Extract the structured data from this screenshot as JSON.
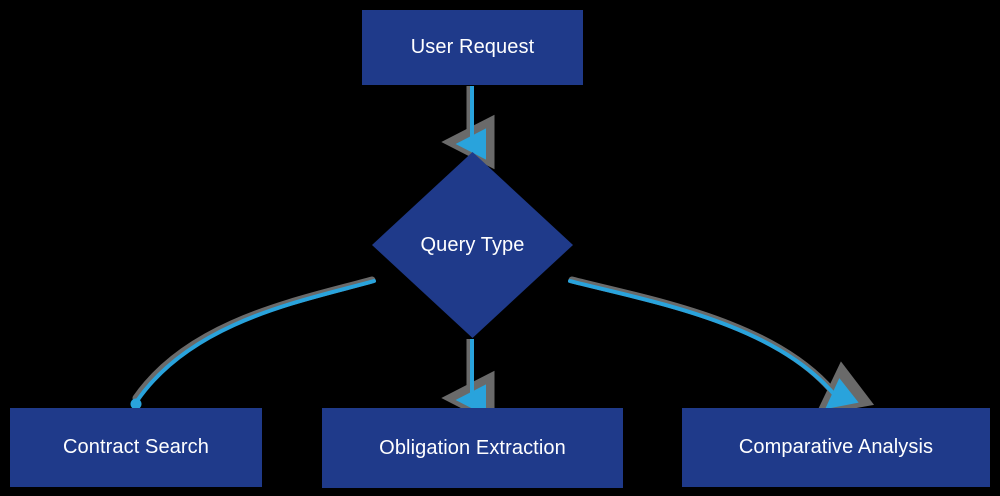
{
  "diagram": {
    "type": "flowchart",
    "orientation": "top-down",
    "background_color": "#000000",
    "title": "",
    "node_fill_color": "#1F3A8A",
    "node_text_color": "#FFFFFF",
    "edge_color": "#29A3DC",
    "edge_shadow_color": "#808080",
    "nodes": [
      {
        "id": "user-request",
        "label": "User Request",
        "shape": "rectangle"
      },
      {
        "id": "query-type",
        "label": "Query Type",
        "shape": "diamond"
      },
      {
        "id": "contract-search",
        "label": "Contract Search",
        "shape": "rectangle"
      },
      {
        "id": "obligation-extraction",
        "label": "Obligation Extraction",
        "shape": "rectangle"
      },
      {
        "id": "comparative-analysis",
        "label": "Comparative Analysis",
        "shape": "rectangle"
      }
    ],
    "edges": [
      {
        "from": "user-request",
        "to": "query-type",
        "label": "",
        "style": "straight",
        "arrow": "triangle"
      },
      {
        "from": "query-type",
        "to": "contract-search",
        "label": "",
        "style": "curved",
        "arrow": "round"
      },
      {
        "from": "query-type",
        "to": "obligation-extraction",
        "label": "",
        "style": "straight",
        "arrow": "triangle"
      },
      {
        "from": "query-type",
        "to": "comparative-analysis",
        "label": "",
        "style": "curved",
        "arrow": "triangle"
      }
    ]
  }
}
